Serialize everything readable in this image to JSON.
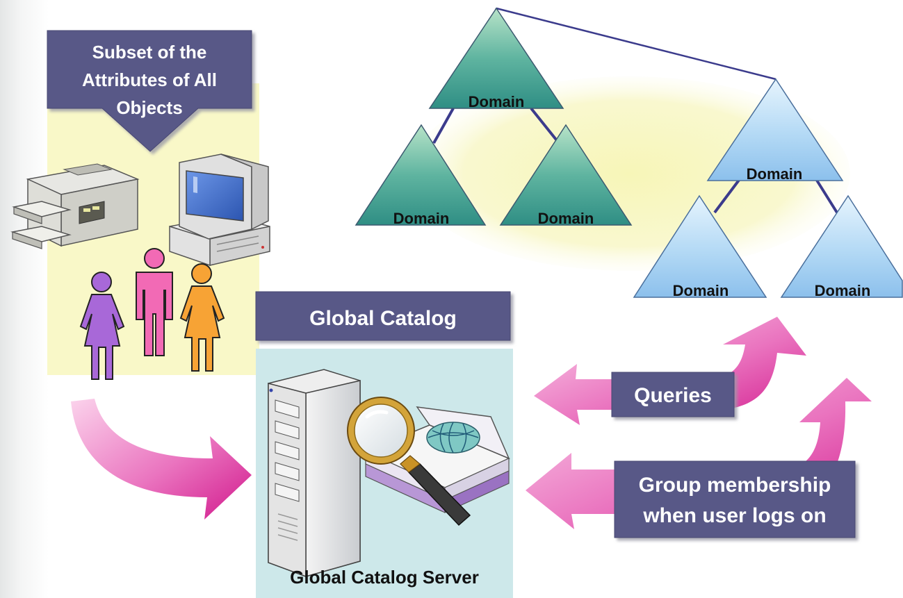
{
  "subset_banner": {
    "lines": [
      "Subset of the",
      "Attributes of All",
      "Objects"
    ]
  },
  "forest": {
    "tree_a": {
      "root": "Domain",
      "left_child": "Domain",
      "right_child": "Domain"
    },
    "tree_b": {
      "root": "Domain",
      "left_child": "Domain",
      "right_child": "Domain"
    }
  },
  "global_catalog": {
    "title": "Global Catalog",
    "server_caption": "Global Catalog Server"
  },
  "flows": {
    "queries": "Queries",
    "group_membership": [
      "Group membership",
      "when user logs on"
    ]
  },
  "icons": [
    "printer-icon",
    "computer-icon",
    "user-woman-purple-icon",
    "user-man-pink-icon",
    "user-woman-orange-icon",
    "server-tower-icon",
    "magnifier-icon",
    "catalog-book-icon",
    "globe-icon"
  ],
  "colors": {
    "label_box": "#595887",
    "label_text": "#ffffff",
    "tree_a_fill": "#3f9e8f",
    "tree_b_fill": "#a8d2f2",
    "tree_connector": "#3b3b8c",
    "arrow_pink": "#e0409e",
    "highlight_yellow": "#f9f8c8",
    "catalog_panel": "#cde8ea"
  }
}
